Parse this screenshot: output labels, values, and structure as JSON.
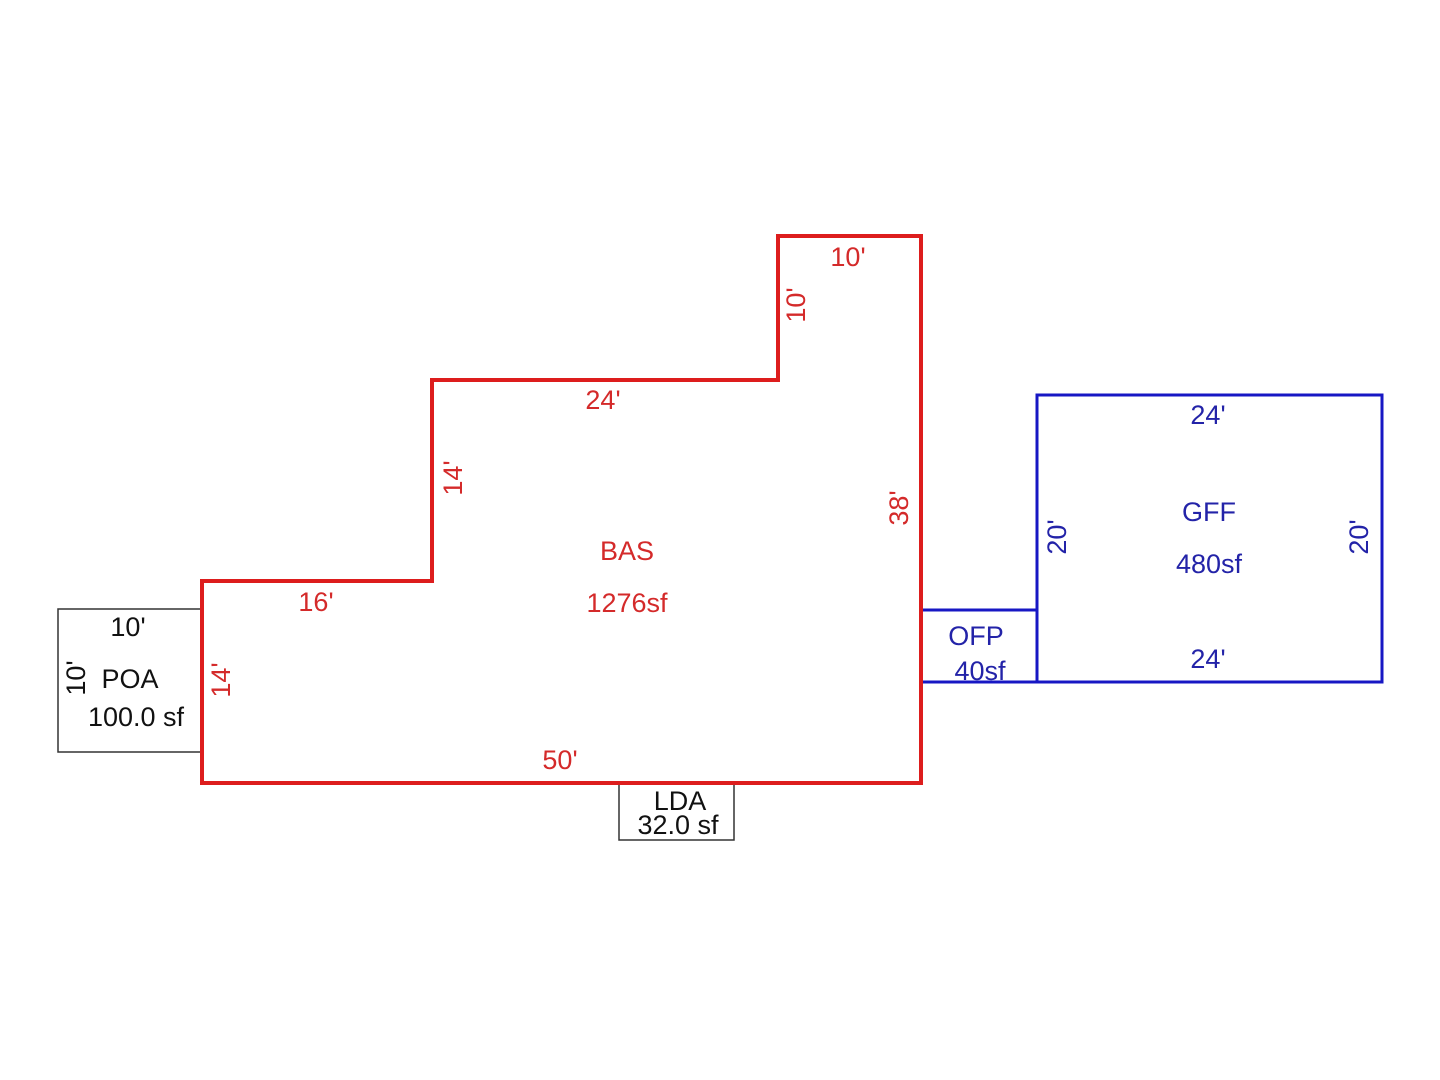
{
  "colors": {
    "bas": "#dd1d1d",
    "addition": "#1717c4",
    "outbuilding": "#333333"
  },
  "areas": {
    "bas": {
      "code": "BAS",
      "area": "1276sf",
      "dims": {
        "top_upper": "10'",
        "riser_upper": "10'",
        "step_middle": "24'",
        "riser_middle": "14'",
        "step_lower": "16'",
        "left": "14'",
        "bottom": "50'",
        "right": "38'"
      }
    },
    "gff": {
      "code": "GFF",
      "area": "480sf",
      "dims": {
        "top": "24'",
        "bottom": "24'",
        "left": "20'",
        "right": "20'"
      }
    },
    "ofp": {
      "code": "OFP",
      "area": "40sf"
    },
    "poa": {
      "code": "POA",
      "area": "100.0 sf",
      "dims": {
        "top": "10'",
        "left": "10'"
      }
    },
    "lda": {
      "code": "LDA",
      "area": "32.0 sf"
    }
  }
}
